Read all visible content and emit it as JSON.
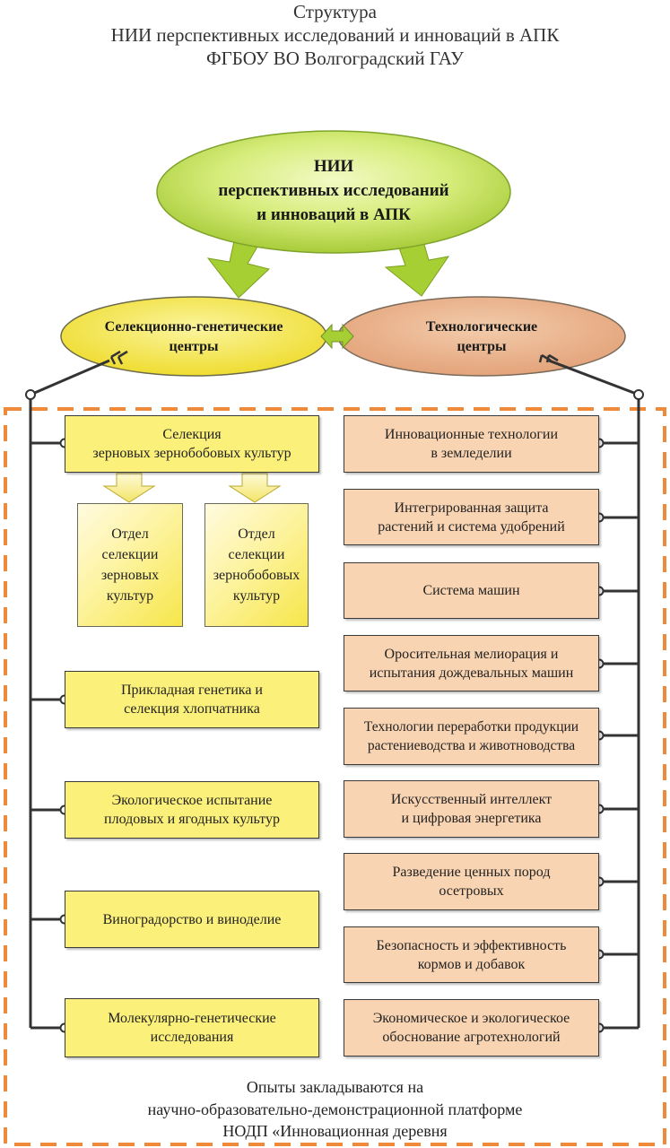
{
  "title": {
    "line1": "Структура",
    "line2": "НИИ перспективных исследований и инноваций в АПК",
    "line3": "ФГБОУ ВО Волгоградский ГАУ"
  },
  "main_node": {
    "line1": "НИИ",
    "line2": "перспективных исследований",
    "line3": "и инноваций в АПК"
  },
  "left_center": {
    "line1": "Селекционно-генетические",
    "line2": "центры"
  },
  "right_center": {
    "line1": "Технологические",
    "line2": "центры"
  },
  "left_units": [
    {
      "line1": "Селекция",
      "line2": "зерновых зернобобовых культур"
    },
    {
      "line1": "Прикладная генетика и",
      "line2": "селекция хлопчатника"
    },
    {
      "line1": "Экологическое испытание",
      "line2": "плодовых и ягодных культур"
    },
    {
      "line1": "Виноградорство и виноделие",
      "line2": ""
    },
    {
      "line1": "Молекулярно-генетические",
      "line2": "исследования"
    }
  ],
  "departments": [
    {
      "line1": "Отдел",
      "line2": "селекции",
      "line3": "зерновых",
      "line4": "культур"
    },
    {
      "line1": "Отдел",
      "line2": "селекции",
      "line3": "зернобобовых",
      "line4": "культур"
    }
  ],
  "right_units": [
    {
      "line1": "Инновационные технологии",
      "line2": "в земледелии"
    },
    {
      "line1": "Интегрированная защита",
      "line2": "растений и система удобрений"
    },
    {
      "line1": "Система машин",
      "line2": ""
    },
    {
      "line1": "Оросительная мелиорация и",
      "line2": "испытания дождевальных машин"
    },
    {
      "line1": "Технологии переработки продукции",
      "line2": "растениеводства и животноводства"
    },
    {
      "line1": "Искусственный интеллект",
      "line2": "и цифровая энергетика"
    },
    {
      "line1": "Разведение ценных пород",
      "line2": "осетровых"
    },
    {
      "line1": "Безопасность и эффективность",
      "line2": "кормов и добавок"
    },
    {
      "line1": "Экономическое и экологическое",
      "line2": "обоснование агротехнологий"
    }
  ],
  "footer": {
    "line1": "Опыты закладываются на",
    "line2": "научно-образовательно-демонстрационной платформе",
    "line3": "НОДП «Инновационная деревня"
  },
  "colors": {
    "main_ellipse": "#d6ec7a",
    "left_ellipse": "#f5e64e",
    "right_ellipse": "#ebb690",
    "arrows": "#a6cf34",
    "yellow_box": "#fbf07a",
    "orange_box": "#f9d4b2",
    "dashed_border": "#ee8a3a"
  }
}
